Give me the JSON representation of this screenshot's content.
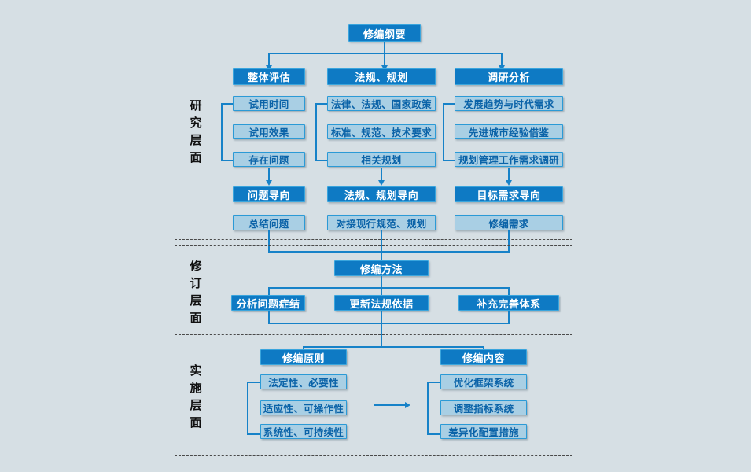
{
  "diagram": {
    "title_node": {
      "label": "修编纲要",
      "style": "dark"
    },
    "layers": [
      {
        "id": "research",
        "label_chars": [
          "研",
          "究",
          "层",
          "面"
        ],
        "columns": [
          {
            "header": "整体评估",
            "items": [
              "试用时间",
              "试用效果",
              "存在问题"
            ],
            "orientation": "问题导向",
            "outcome": "总结问题"
          },
          {
            "header": "法规、规划",
            "items": [
              "法律、法规、国家政策",
              "标准、规范、技术要求",
              "相关规划"
            ],
            "orientation": "法规、规划导向",
            "outcome": "对接现行规范、规划"
          },
          {
            "header": "调研分析",
            "items": [
              "发展趋势与时代需求",
              "先进城市经验借鉴",
              "规划管理工作需求调研"
            ],
            "orientation": "目标需求导向",
            "outcome": "修编需求"
          }
        ]
      },
      {
        "id": "revision",
        "label_chars": [
          "修",
          "订",
          "层",
          "面"
        ],
        "head": "修编方法",
        "items": [
          "分析问题症结",
          "更新法规依据",
          "补充完善体系"
        ]
      },
      {
        "id": "implementation",
        "label_chars": [
          "实",
          "施",
          "层",
          "面"
        ],
        "groups": [
          {
            "header": "修编原则",
            "items": [
              "法定性、必要性",
              "适应性、可操作性",
              "系统性、可持续性"
            ]
          },
          {
            "header": "修编内容",
            "items": [
              "优化框架系统",
              "调整指标系统",
              "差异化配置措施"
            ]
          }
        ]
      }
    ],
    "colors": {
      "background": "#d6dfe4",
      "dark_fill": "#0e7ac4",
      "dark_border": "#3aa5dd",
      "light_fill": "#a9cfe4",
      "light_border": "#2b9ad6",
      "light_text": "#0b63a8",
      "connector": "#1782c8",
      "layer_border": "#4a4a4a"
    }
  }
}
